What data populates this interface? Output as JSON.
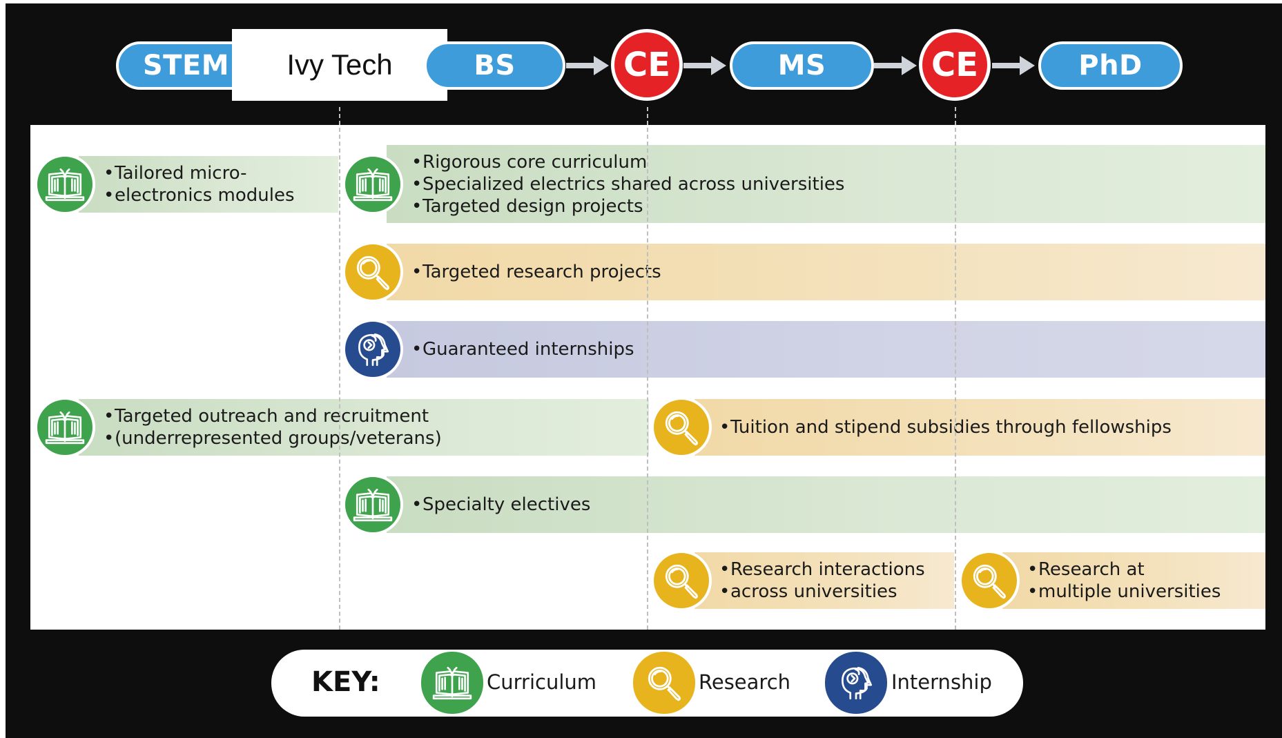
{
  "header": {
    "stages": [
      {
        "label": "STEM"
      },
      {
        "label": "Ivy Tech"
      },
      {
        "label": "BS"
      },
      {
        "label": "CE"
      },
      {
        "label": "MS"
      },
      {
        "label": "CE"
      },
      {
        "label": "PhD"
      }
    ]
  },
  "bands": [
    {
      "category": "Curriculum",
      "color": "green",
      "items": [
        "Tailored micro-",
        "electronics modules"
      ]
    },
    {
      "category": "Curriculum",
      "color": "green",
      "items": [
        "Rigorous core curriculum",
        "Specialized electrics shared across universities",
        "Targeted design projects"
      ]
    },
    {
      "category": "Research",
      "color": "yellow",
      "items": [
        "Targeted research projects"
      ]
    },
    {
      "category": "Internship",
      "color": "blue",
      "items": [
        "Guaranteed internships"
      ]
    },
    {
      "category": "Curriculum",
      "color": "green",
      "items": [
        "Targeted outreach and recruitment",
        "(underrepresented groups/veterans)"
      ]
    },
    {
      "category": "Research",
      "color": "yellow",
      "items": [
        "Tuition and stipend subsidies through fellowships"
      ]
    },
    {
      "category": "Curriculum",
      "color": "green",
      "items": [
        "Specialty electives"
      ]
    },
    {
      "category": "Research",
      "color": "yellow",
      "items": [
        "Research interactions",
        "across universities"
      ]
    },
    {
      "category": "Research",
      "color": "yellow",
      "items": [
        "Research at",
        "multiple universities"
      ]
    }
  ],
  "key": {
    "title": "KEY:",
    "entries": [
      {
        "label": "Curriculum",
        "icon": "book-icon",
        "color": "#3fa34d"
      },
      {
        "label": "Research",
        "icon": "magnifier-icon",
        "color": "#e8b41e"
      },
      {
        "label": "Internship",
        "icon": "head-icon",
        "color": "#274b8f"
      }
    ]
  },
  "colors": {
    "pill": "#3e9cdb",
    "ce": "#e52226",
    "curriculum": "#3fa34d",
    "research": "#e8b41e",
    "internship": "#274b8f"
  }
}
